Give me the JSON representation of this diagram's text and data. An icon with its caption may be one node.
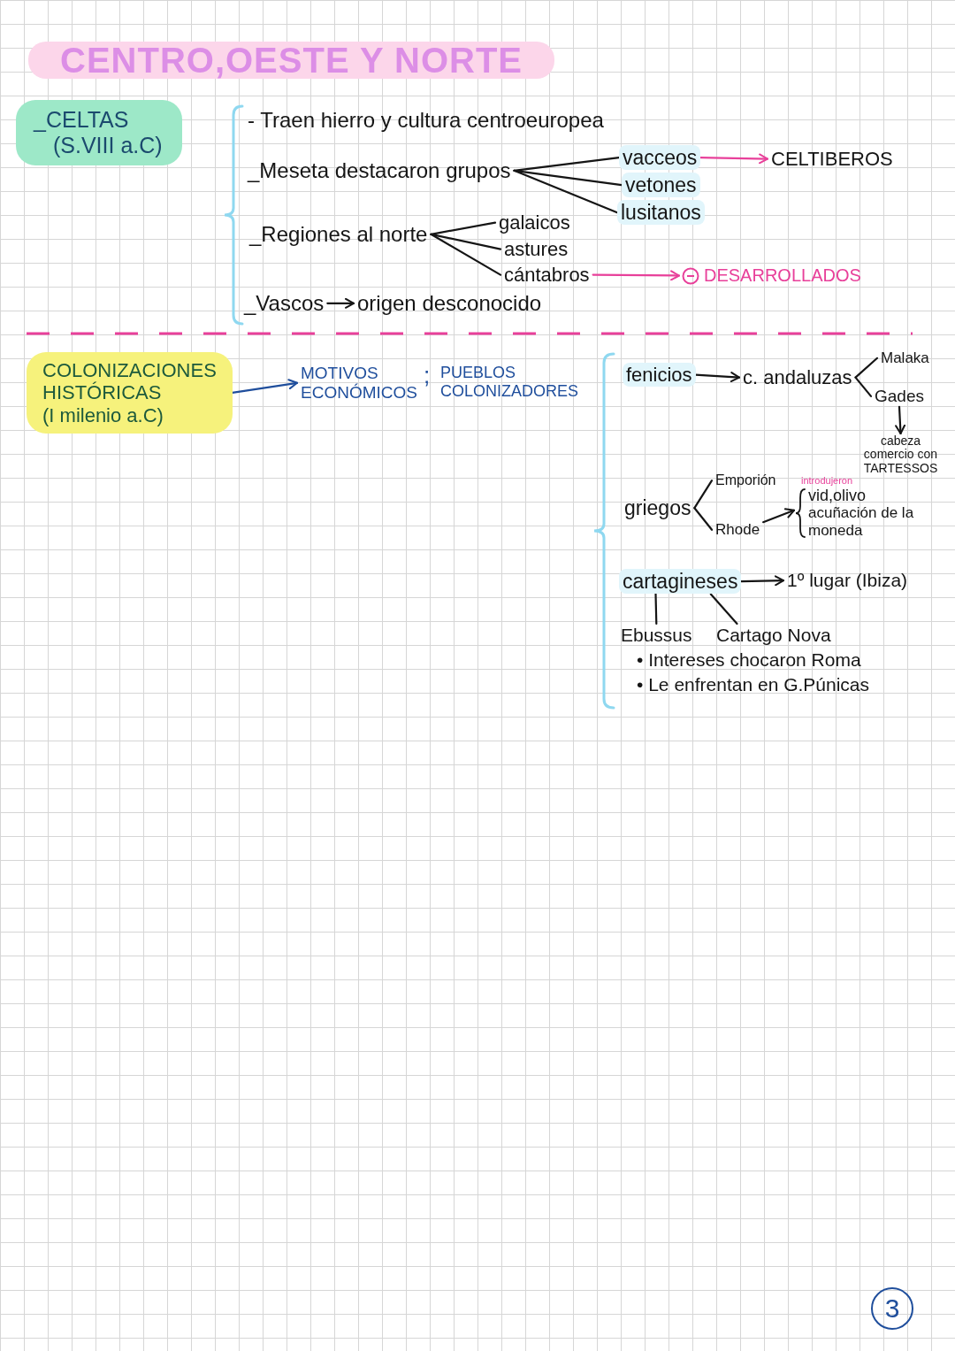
{
  "diagram": {
    "title": "CENTRO,OESTE Y NORTE",
    "nodes": [
      {
        "text": [
          "_CELTAS",
          "(S.VIII a.C)"
        ]
      },
      {
        "text": [
          "_Meseta destacaron grupos"
        ]
      },
      {
        "text": [
          "vacceos"
        ]
      },
      {
        "text": [
          "vetones"
        ]
      },
      {
        "text": [
          "lusitanos"
        ]
      },
      {
        "text": [
          "CELTIBEROS"
        ]
      },
      {
        "text": [
          "_Regiones al norte"
        ]
      },
      {
        "text": [
          "galaicos"
        ]
      },
      {
        "text": [
          "astures"
        ]
      },
      {
        "text": [
          "cántabros"
        ]
      },
      {
        "text": [
          "DESARROLLADOS"
        ]
      },
      {
        "text": [
          "_Vascos"
        ]
      },
      {
        "text": [
          "origen desconocido"
        ]
      },
      {
        "text": [
          "COLONIZACIONES HISTÓRICAS",
          "(I milenio a.C)"
        ]
      },
      {
        "text": [
          "MOTIVOS ECONÓMICOS"
        ]
      },
      {
        "text": [
          "PUEBLOS COLONIZADORES"
        ]
      },
      {
        "text": [
          "fenicios"
        ]
      },
      {
        "text": [
          "c. andaluzas"
        ]
      },
      {
        "text": [
          "Malaka"
        ]
      },
      {
        "text": [
          "Gades"
        ]
      },
      {
        "text": [
          "cabeza comercio con TARTESSOS"
        ]
      },
      {
        "text": [
          "griegos"
        ]
      },
      {
        "text": [
          "Emporión"
        ]
      },
      {
        "text": [
          "Rhode"
        ]
      },
      {
        "text": [
          "introdujeron",
          "vid,olivo",
          "acuñación de la moneda"
        ]
      },
      {
        "text": [
          "cartagineses"
        ]
      },
      {
        "text": [
          "1º lugar (Ibiza)"
        ]
      },
      {
        "text": [
          "Ebussus"
        ]
      },
      {
        "text": [
          "Cartago Nova"
        ]
      }
    ],
    "edges": [
      {
        "from": 1,
        "to": 2,
        "arrow": "none"
      },
      {
        "from": 1,
        "to": 3,
        "arrow": "none"
      },
      {
        "from": 1,
        "to": 4,
        "arrow": "none"
      },
      {
        "from": 2,
        "to": 5,
        "arrow": "to",
        "color": "#e8409a"
      },
      {
        "from": 6,
        "to": 7,
        "arrow": "none"
      },
      {
        "from": 6,
        "to": 8,
        "arrow": "none"
      },
      {
        "from": 6,
        "to": 9,
        "arrow": "none"
      },
      {
        "from": 9,
        "to": 10,
        "arrow": "to",
        "color": "#e8409a"
      },
      {
        "from": 11,
        "to": 12,
        "arrow": "to"
      },
      {
        "from": 13,
        "to": 14,
        "arrow": "to",
        "color": "#1f4e9c"
      },
      {
        "from": 16,
        "to": 17,
        "arrow": "to"
      },
      {
        "from": 17,
        "to": 18,
        "arrow": "none"
      },
      {
        "from": 17,
        "to": 19,
        "arrow": "none"
      },
      {
        "from": 19,
        "to": 20,
        "arrow": "to"
      },
      {
        "from": 21,
        "to": 22,
        "arrow": "none"
      },
      {
        "from": 21,
        "to": 23,
        "arrow": "none"
      },
      {
        "from": 23,
        "to": 24,
        "arrow": "to"
      },
      {
        "from": 25,
        "to": 26,
        "arrow": "to"
      },
      {
        "from": 25,
        "to": 27,
        "arrow": "none"
      },
      {
        "from": 25,
        "to": 28,
        "arrow": "none"
      }
    ],
    "labels": [
      "- Traen hierro y cultura centroeuropea",
      ";",
      "• Intereses chocaron Roma",
      "• Le enfrentan en G.Púnicas",
      "3"
    ]
  }
}
